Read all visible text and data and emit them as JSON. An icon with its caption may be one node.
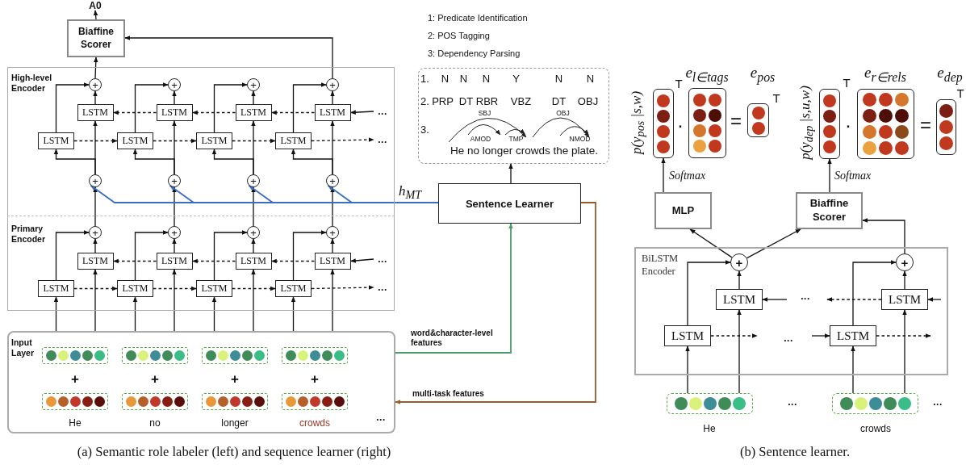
{
  "diagram": {
    "nodes": [
      {
        "text": [
          "A0"
        ]
      },
      {
        "text": [
          "Biaffine Scorer"
        ]
      },
      {
        "text": [
          "High-level Encoder"
        ]
      },
      {
        "text": [
          "Primary Encoder"
        ]
      },
      {
        "text": [
          "Input Layer"
        ]
      },
      {
        "text": [
          "+"
        ],
        "in": 2
      },
      {
        "text": [
          "LSTM"
        ],
        "in": 2
      },
      {
        "text": [
          "LSTM"
        ],
        "in": 2
      },
      {
        "text": [
          "+"
        ],
        "in": 2
      },
      {
        "text": [
          "+"
        ],
        "in": 2
      },
      {
        "text": [
          "LSTM"
        ],
        "in": 2
      },
      {
        "text": [
          "LSTM"
        ],
        "in": 2
      },
      {
        "text": [
          "+"
        ],
        "in": 2
      },
      {
        "text": [
          "+"
        ],
        "in": 2
      },
      {
        "text": [
          "LSTM"
        ],
        "in": 2
      },
      {
        "text": [
          "LSTM"
        ],
        "in": 2
      },
      {
        "text": [
          "+"
        ],
        "in": 2
      },
      {
        "text": [
          "+"
        ],
        "in": 2
      },
      {
        "text": [
          "LSTM"
        ],
        "in": 2
      },
      {
        "text": [
          "LSTM"
        ],
        "in": 2
      },
      {
        "text": [
          "+"
        ],
        "in": 2
      },
      {
        "text": [
          "+"
        ],
        "in": 3
      },
      {
        "text": [
          "LSTM"
        ],
        "in": 3
      },
      {
        "text": [
          "LSTM"
        ],
        "in": 3
      },
      {
        "text": [
          "+"
        ],
        "in": 3
      },
      {
        "text": [
          "LSTM"
        ],
        "in": 3
      },
      {
        "text": [
          "LSTM"
        ],
        "in": 3
      },
      {
        "text": [
          "+"
        ],
        "in": 3
      },
      {
        "text": [
          "LSTM"
        ],
        "in": 3
      },
      {
        "text": [
          "LSTM"
        ],
        "in": 3
      },
      {
        "text": [
          "+"
        ],
        "in": 3
      },
      {
        "text": [
          "LSTM"
        ],
        "in": 3
      },
      {
        "text": [
          "LSTM"
        ],
        "in": 3
      },
      {
        "text": [
          "1.",
          "N",
          "N",
          "N",
          "Y",
          "N",
          "N",
          "2.",
          "PRP",
          "DT",
          "RBR",
          "VBZ",
          "DT",
          "OBJ",
          "3.",
          "SBJ",
          "AMOD",
          "TMP",
          "OBJ",
          "NMOD",
          "He no longer crowds the plate."
        ]
      },
      {
        "text": [
          "Sentence Learner"
        ]
      },
      {
        "text": [],
        "shape": "box",
        "beside": [
          "p(y$_{pos}$ |s,w)",
          "T"
        ]
      },
      {
        "text": [],
        "shape": "box",
        "beside": [
          "e$_{l∈tags}$"
        ]
      },
      {
        "text": [],
        "shape": "box",
        "beside": [
          "e$_{pos}$",
          "T"
        ]
      },
      {
        "text": [
          "MLP"
        ]
      },
      {
        "text": [],
        "shape": "box",
        "beside": [
          "p(y$_{dep}$ |s,u,w)",
          "T"
        ]
      },
      {
        "text": [],
        "shape": "box",
        "beside": [
          "e$_{r∈rels}$"
        ]
      },
      {
        "text": [],
        "shape": "box",
        "beside": [
          "e$_{dep}$",
          "T"
        ]
      },
      {
        "text": [
          "Biaffine Scorer"
        ]
      },
      {
        "text": [
          "BiLSTM Encoder"
        ]
      },
      {
        "text": [
          "+"
        ],
        "in": 43
      },
      {
        "text": [
          "LSTM"
        ],
        "in": 43
      },
      {
        "text": [
          "LSTM"
        ],
        "in": 43
      },
      {
        "text": [
          "+"
        ],
        "in": 43
      },
      {
        "text": [
          "LSTM"
        ],
        "in": 43
      },
      {
        "text": [
          "LSTM"
        ],
        "in": 43
      },
      {
        "text": [],
        "shape": "box",
        "beside": [
          "He"
        ]
      },
      {
        "text": [],
        "shape": "box",
        "beside": [
          "crowds"
        ]
      },
      {
        "text": [
          "..."
        ],
        "in": 2
      },
      {
        "text": [
          "..."
        ],
        "in": 2
      },
      {
        "text": [
          "..."
        ],
        "in": 3
      },
      {
        "text": [
          "..."
        ],
        "in": 3
      }
    ],
    "edges": [
      {
        "from": 1,
        "to": 0,
        "arrow": "to"
      },
      {
        "from": 5,
        "to": 1,
        "arrow": "to"
      },
      {
        "from": 17,
        "to": 1,
        "arrow": "to"
      },
      {
        "from": 7,
        "to": 5,
        "arrow": "to"
      },
      {
        "from": 6,
        "to": 5,
        "arrow": "to"
      },
      {
        "from": 8,
        "to": 6,
        "arrow": "to"
      },
      {
        "from": 8,
        "to": 7,
        "arrow": "to"
      },
      {
        "from": 11,
        "to": 9,
        "arrow": "to"
      },
      {
        "from": 10,
        "to": 9,
        "arrow": "to"
      },
      {
        "from": 12,
        "to": 10,
        "arrow": "to"
      },
      {
        "from": 12,
        "to": 11,
        "arrow": "to"
      },
      {
        "from": 15,
        "to": 13,
        "arrow": "to"
      },
      {
        "from": 14,
        "to": 13,
        "arrow": "to"
      },
      {
        "from": 16,
        "to": 14,
        "arrow": "to"
      },
      {
        "from": 16,
        "to": 15,
        "arrow": "to"
      },
      {
        "from": 19,
        "to": 17,
        "arrow": "to"
      },
      {
        "from": 18,
        "to": 17,
        "arrow": "to"
      },
      {
        "from": 20,
        "to": 18,
        "arrow": "to"
      },
      {
        "from": 20,
        "to": 19,
        "arrow": "to"
      },
      {
        "from": 21,
        "to": 8,
        "arrow": "to"
      },
      {
        "from": 22,
        "to": 21,
        "arrow": "to"
      },
      {
        "from": 23,
        "to": 21,
        "arrow": "to"
      },
      {
        "from": 4,
        "to": 22,
        "arrow": "to"
      },
      {
        "from": 4,
        "to": 23,
        "arrow": "to"
      },
      {
        "from": 24,
        "to": 12,
        "arrow": "to"
      },
      {
        "from": 25,
        "to": 24,
        "arrow": "to"
      },
      {
        "from": 26,
        "to": 24,
        "arrow": "to"
      },
      {
        "from": 4,
        "to": 25,
        "arrow": "to"
      },
      {
        "from": 4,
        "to": 26,
        "arrow": "to"
      },
      {
        "from": 27,
        "to": 16,
        "arrow": "to"
      },
      {
        "from": 28,
        "to": 27,
        "arrow": "to"
      },
      {
        "from": 29,
        "to": 27,
        "arrow": "to"
      },
      {
        "from": 4,
        "to": 28,
        "arrow": "to"
      },
      {
        "from": 4,
        "to": 29,
        "arrow": "to"
      },
      {
        "from": 30,
        "to": 20,
        "arrow": "to"
      },
      {
        "from": 31,
        "to": 30,
        "arrow": "to"
      },
      {
        "from": 32,
        "to": 30,
        "arrow": "to"
      },
      {
        "from": 4,
        "to": 31,
        "arrow": "to"
      },
      {
        "from": 4,
        "to": 32,
        "arrow": "to"
      },
      {
        "from": 7,
        "to": 11,
        "arrow": "to",
        "style": "dashed"
      },
      {
        "from": 11,
        "to": 15,
        "arrow": "to",
        "style": "dashed"
      },
      {
        "from": 15,
        "to": 19,
        "arrow": "to",
        "style": "dashed"
      },
      {
        "from": 19,
        "to": 53,
        "arrow": "to",
        "style": "dashed"
      },
      {
        "from": 52,
        "to": 18,
        "arrow": "to"
      },
      {
        "from": 18,
        "to": 14,
        "arrow": "to",
        "style": "dashed"
      },
      {
        "from": 14,
        "to": 10,
        "arrow": "to",
        "style": "dashed"
      },
      {
        "from": 10,
        "to": 6,
        "arrow": "to",
        "style": "dashed"
      },
      {
        "from": 23,
        "to": 26,
        "arrow": "to",
        "style": "dashed"
      },
      {
        "from": 26,
        "to": 29,
        "arrow": "to",
        "style": "dashed"
      },
      {
        "from": 29,
        "to": 32,
        "arrow": "to",
        "style": "dashed"
      },
      {
        "from": 32,
        "to": 55,
        "arrow": "to",
        "style": "dashed"
      },
      {
        "from": 54,
        "to": 31,
        "arrow": "to"
      },
      {
        "from": 31,
        "to": 28,
        "arrow": "to",
        "style": "dashed"
      },
      {
        "from": 28,
        "to": 25,
        "arrow": "to",
        "style": "dashed"
      },
      {
        "from": 25,
        "to": 22,
        "arrow": "to",
        "style": "dashed"
      },
      {
        "from": 34,
        "to": 33,
        "arrow": "to"
      },
      {
        "from": 34,
        "to": 8,
        "arrow": "to",
        "color": "#3a6ec2"
      },
      {
        "from": 34,
        "to": 12,
        "arrow": "to",
        "color": "#3a6ec2"
      },
      {
        "from": 34,
        "to": 16,
        "arrow": "to",
        "color": "#3a6ec2"
      },
      {
        "from": 34,
        "to": 20,
        "arrow": "to",
        "color": "#3a6ec2"
      },
      {
        "from": 4,
        "to": 34,
        "arrow": "to",
        "color": "#4c9b68",
        "label": "word&character-level features"
      },
      {
        "from": 34,
        "to": 4,
        "arrow": "to",
        "color": "#9a5b2b",
        "label": "multi-task features"
      },
      {
        "from": 38,
        "to": 35,
        "arrow": "to",
        "label": "Softmax"
      },
      {
        "from": 42,
        "to": 39,
        "arrow": "to",
        "label": "Softmax"
      },
      {
        "from": 44,
        "to": 38,
        "arrow": "to"
      },
      {
        "from": 44,
        "to": 42,
        "arrow": "to"
      },
      {
        "from": 47,
        "to": 42,
        "arrow": "to"
      },
      {
        "from": 50,
        "to": 46,
        "arrow": "to"
      },
      {
        "from": 50,
        "to": 45,
        "arrow": "to"
      },
      {
        "from": 51,
        "to": 49,
        "arrow": "to"
      },
      {
        "from": 51,
        "to": 48,
        "arrow": "to"
      },
      {
        "from": 46,
        "to": 44,
        "arrow": "to"
      },
      {
        "from": 45,
        "to": 44,
        "arrow": "to"
      },
      {
        "from": 49,
        "to": 47,
        "arrow": "to"
      },
      {
        "from": 48,
        "to": 47,
        "arrow": "to"
      },
      {
        "from": 46,
        "to": null,
        "arrow": "to",
        "style": "dashed"
      },
      {
        "from": null,
        "to": 49,
        "arrow": "to"
      },
      {
        "from": 49,
        "to": null,
        "arrow": "to",
        "style": "dashed"
      },
      {
        "from": null,
        "to": 45,
        "arrow": "to"
      },
      {
        "from": 48,
        "to": null,
        "arrow": "to",
        "style": "dashed"
      },
      {
        "from": null,
        "to": 48,
        "arrow": "to"
      }
    ],
    "labels": [
      "1: Predicate Identification",
      "2: POS Tagging",
      "3: Dependency Parsing",
      "h$_{MT}$",
      "+",
      "+",
      "+",
      "+",
      "He",
      "no",
      "longer",
      "crowds",
      "...",
      "·",
      "=",
      "·",
      "=",
      "...",
      "...",
      "...",
      "...",
      "(a) Semantic role labeler (left) and sequence learner (right)",
      "(b) Sentence learner."
    ]
  }
}
